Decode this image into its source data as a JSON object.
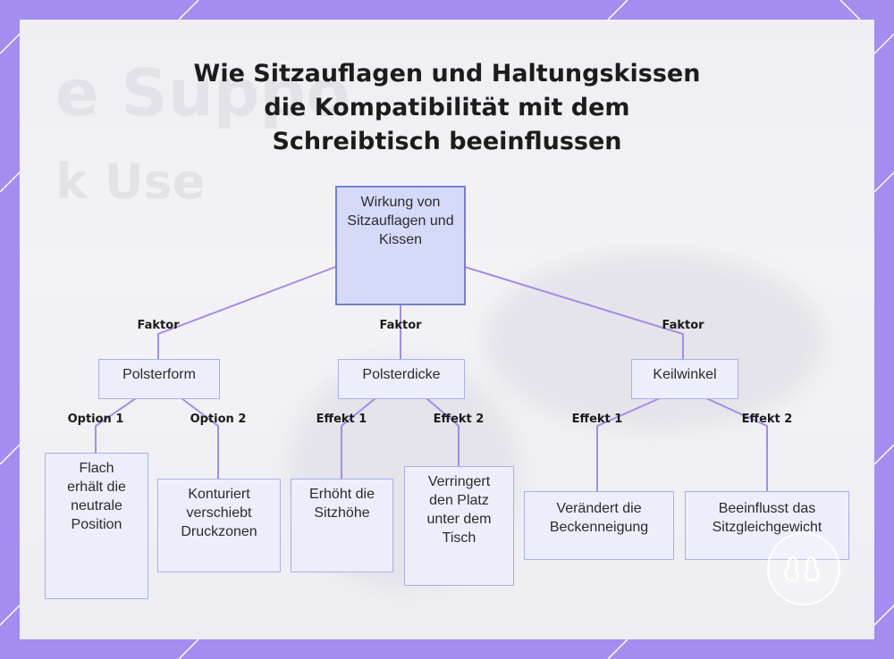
{
  "title_lines": [
    "Wie Sitzauflagen und Haltungskissen",
    "die Kompatibilität mit dem",
    "Schreibtisch beeinflussen"
  ],
  "root": "Wirkung von Sitzauflagen und Kissen",
  "branches": [
    {
      "edge_label": "Faktor",
      "label": "Polsterform",
      "children": [
        {
          "edge_label": "Option 1",
          "label": "Flach erhält die neutrale Position"
        },
        {
          "edge_label": "Option 2",
          "label": "Konturiert verschiebt Druckzonen"
        }
      ]
    },
    {
      "edge_label": "Faktor",
      "label": "Polsterdicke",
      "children": [
        {
          "edge_label": "Effekt 1",
          "label": "Erhöht die Sitzhöhe"
        },
        {
          "edge_label": "Effekt 2",
          "label": "Verringert den Platz unter dem Tisch"
        }
      ]
    },
    {
      "edge_label": "Faktor",
      "label": "Keilwinkel",
      "children": [
        {
          "edge_label": "Effekt 1",
          "label": "Verändert die Beckenneigung"
        },
        {
          "edge_label": "Effekt 2",
          "label": "Beeinflusst das Sitzgleichgewicht"
        }
      ]
    }
  ],
  "colors": {
    "frame": "#a48cf0",
    "connector": "#a58be6",
    "root_fill": "#d6daf9",
    "node_fill": "#eceefc",
    "node_border": "#a9b0e6"
  }
}
